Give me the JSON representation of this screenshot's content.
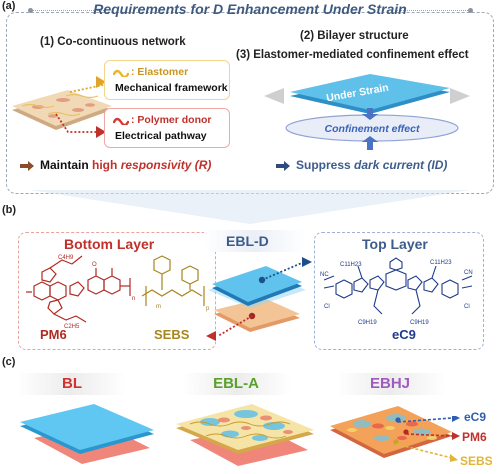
{
  "panel_a": {
    "tag": "(a)",
    "title": "Requirements for D Enhancement Under Strain",
    "sub1": "(1) Co-continuous network",
    "sub2": "(2) Bilayer structure",
    "sub3": "(3) Elastomer-mediated confinement effect",
    "elastomer_tag": ": Elastomer",
    "elastomer_role": "Mechanical framework",
    "donor_tag": ": Polymer donor",
    "donor_role": "Electrical pathway",
    "strain_label": "Under Strain",
    "confinement_label": "Confinement effect",
    "maintain_pre": "Maintain ",
    "maintain_em": "high ",
    "maintain_it": "responsivity",
    "maintain_r": " (R)",
    "suppress_pre": "Suppress ",
    "suppress_it": "dark current",
    "suppress_id": " (ID)"
  },
  "panel_b": {
    "tag": "(b)",
    "bottom_layer": "Bottom Layer",
    "top_layer": "Top Layer",
    "center_label": "EBL-D",
    "pm6": "PM6",
    "sebs": "SEBS",
    "ec9": "eC9"
  },
  "panel_c": {
    "tag": "(c)",
    "bl": "BL",
    "ebla": "EBL-A",
    "ebhj": "EBHJ",
    "legend": [
      "eC9",
      "PM6",
      "SEBS"
    ]
  },
  "colors": {
    "navy": "#3d5c8c",
    "red": "#c0312b",
    "gold": "#c9a227",
    "blue": "#2f5fb3",
    "green": "#5aa02c",
    "purple": "#9b59b6",
    "cyan": "#5fc0ea",
    "salmon": "#f08a7a"
  }
}
